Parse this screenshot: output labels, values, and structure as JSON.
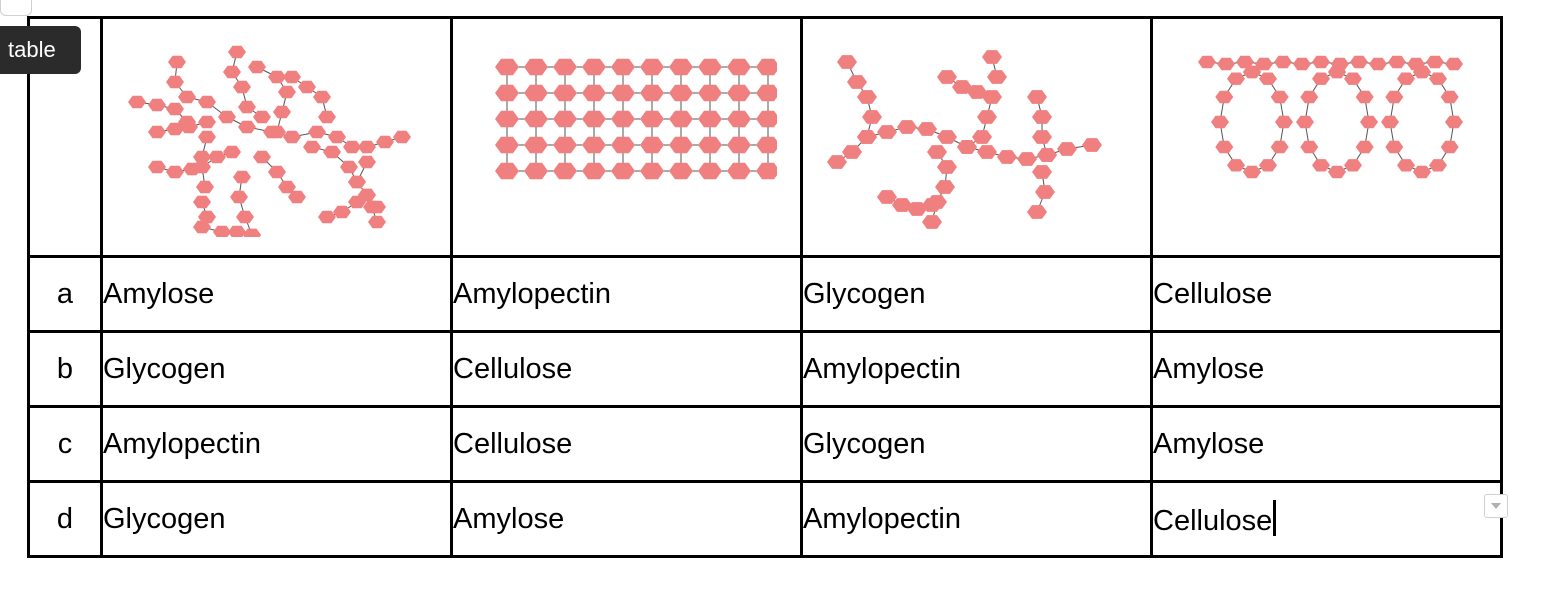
{
  "tooltip": {
    "label": "table"
  },
  "header_row": {
    "images": [
      "branched-molecule-diagram",
      "grid-molecule-diagram",
      "branched-chain-diagram",
      "coiled-helix-diagram"
    ]
  },
  "rows": [
    {
      "letter": "a",
      "cells": [
        "Amylose",
        "Amylopectin",
        "Glycogen",
        "Cellulose"
      ]
    },
    {
      "letter": "b",
      "cells": [
        "Glycogen",
        "Cellulose",
        "Amylopectin",
        "Amylose"
      ]
    },
    {
      "letter": "c",
      "cells": [
        "Amylopectin",
        "Cellulose",
        "Glycogen",
        "Amylose"
      ]
    },
    {
      "letter": "d",
      "cells": [
        "Glycogen",
        "Amylose",
        "Amylopectin",
        "Cellulose"
      ]
    }
  ],
  "colors": {
    "glucose_unit": "#f08080",
    "bond": "#555555",
    "border": "#000000"
  },
  "icons": [
    "table-handle-icon",
    "dropdown-arrow-icon"
  ]
}
